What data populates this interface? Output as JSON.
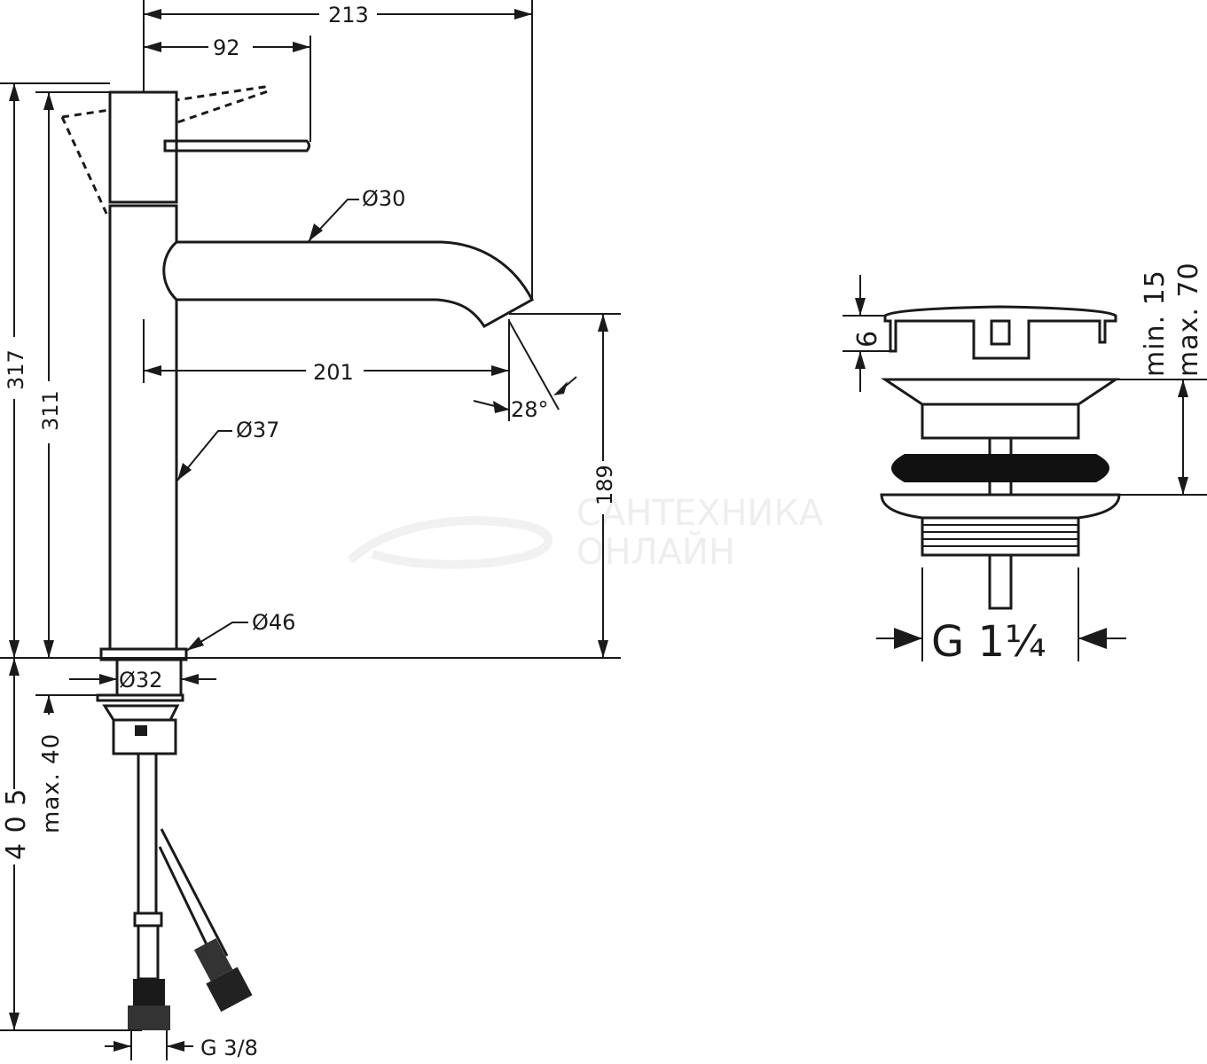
{
  "diagram": {
    "faucet": {
      "dimensions": {
        "total_reach": "213",
        "lever_reach": "92",
        "spout_reach": "201",
        "spout_angle": "28°",
        "height_total": "317",
        "height_body": "311",
        "spout_height": "189",
        "spout_diameter": "Ø30",
        "body_diameter": "Ø37",
        "base_diameter": "Ø46",
        "shank_diameter": "Ø32",
        "max_thickness": "max. 40",
        "hose_length": "4 0 5",
        "connection": "G 3/8"
      }
    },
    "drain": {
      "dimensions": {
        "cap_height": "6",
        "clamp_min": "min. 15",
        "clamp_max": "max. 70",
        "thread": "G 1¼"
      }
    },
    "watermark": {
      "line1": "САНТЕХНИКА",
      "line2": "ОНЛАЙН"
    }
  }
}
